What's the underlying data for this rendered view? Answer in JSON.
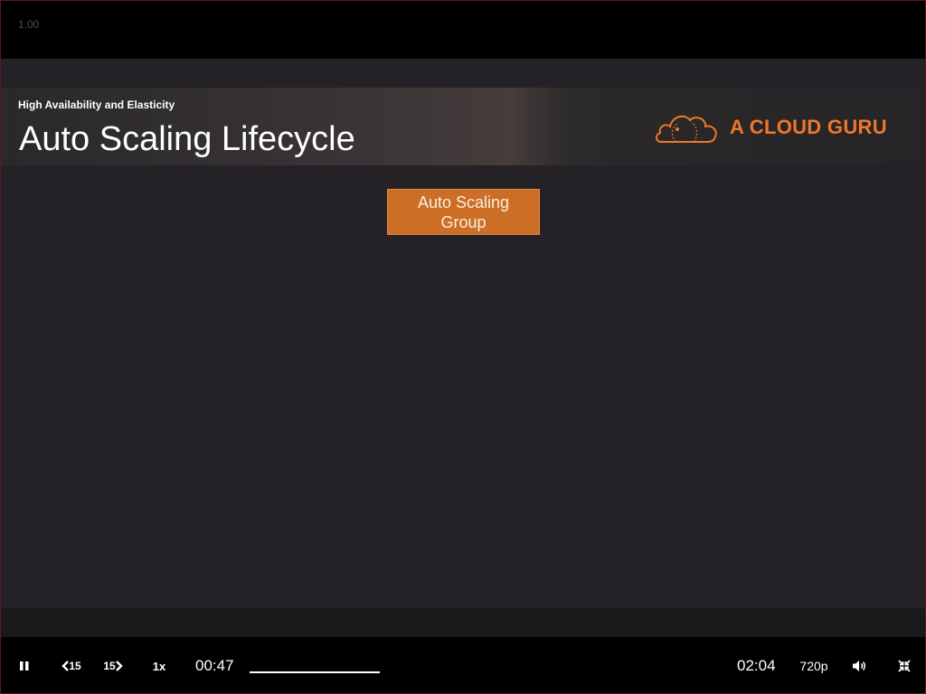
{
  "player": {
    "speed_indicator": "1.00",
    "playback_speed_label": "1x",
    "skip_back_label": "15",
    "skip_forward_label": "15",
    "current_time": "00:47",
    "duration": "02:04",
    "quality": "720p",
    "progress_fraction": 0.379
  },
  "slide": {
    "subtitle": "High Availability and Elasticity",
    "title": "Auto Scaling Lifecycle",
    "logo_text": "A CLOUD GURU",
    "box_line1": "Auto Scaling",
    "box_line2": "Group"
  },
  "colors": {
    "accent": "#f0772a",
    "box_fill": "#cc6e25",
    "slide_bg": "#242226"
  },
  "icons": [
    "pause-icon",
    "skip-back-icon",
    "skip-forward-icon",
    "volume-icon",
    "exit-fullscreen-icon",
    "cloud-logo-icon"
  ]
}
